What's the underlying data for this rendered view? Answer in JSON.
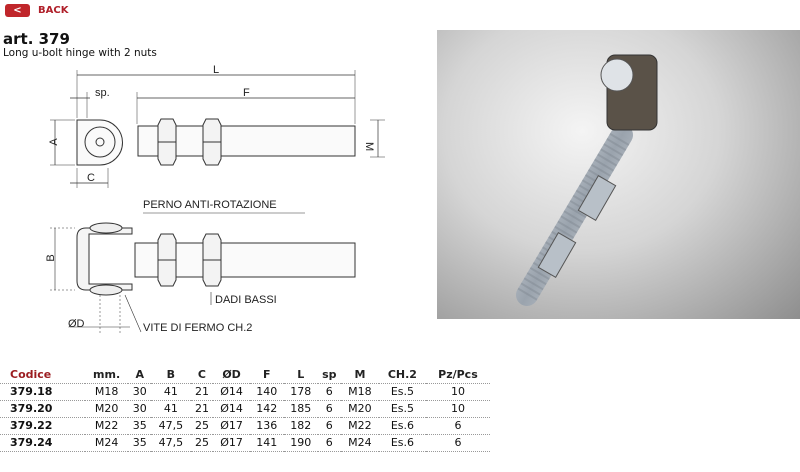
{
  "nav": {
    "back_label": "BACK",
    "back_icon": "<"
  },
  "product": {
    "title": "art. 379",
    "subtitle": "Long u-bolt hinge with 2 nuts"
  },
  "drawing": {
    "dim_L": "L",
    "dim_F": "F",
    "dim_sp": "sp.",
    "dim_A": "A",
    "dim_C": "C",
    "dim_M": "M",
    "dim_B": "B",
    "dim_D": "ØD",
    "label_pin": "PERNO ANTI-ROTAZIONE",
    "label_nuts": "DADI BASSI",
    "label_screw": "VITE DI FERMO CH.2"
  },
  "table": {
    "headers": [
      "Codice",
      "mm.",
      "A",
      "B",
      "C",
      "ØD",
      "F",
      "L",
      "sp",
      "M",
      "CH.2",
      "Pz/Pcs"
    ],
    "rows": [
      [
        "379.18",
        "M18",
        "30",
        "41",
        "21",
        "Ø14",
        "140",
        "178",
        "6",
        "M18",
        "Es.5",
        "10"
      ],
      [
        "379.20",
        "M20",
        "30",
        "41",
        "21",
        "Ø14",
        "142",
        "185",
        "6",
        "M20",
        "Es.5",
        "10"
      ],
      [
        "379.22",
        "M22",
        "35",
        "47,5",
        "25",
        "Ø17",
        "136",
        "182",
        "6",
        "M22",
        "Es.6",
        "6"
      ],
      [
        "379.24",
        "M24",
        "35",
        "47,5",
        "25",
        "Ø17",
        "141",
        "190",
        "6",
        "M24",
        "Es.6",
        "6"
      ]
    ]
  },
  "colors": {
    "accent": "#c0262b"
  }
}
